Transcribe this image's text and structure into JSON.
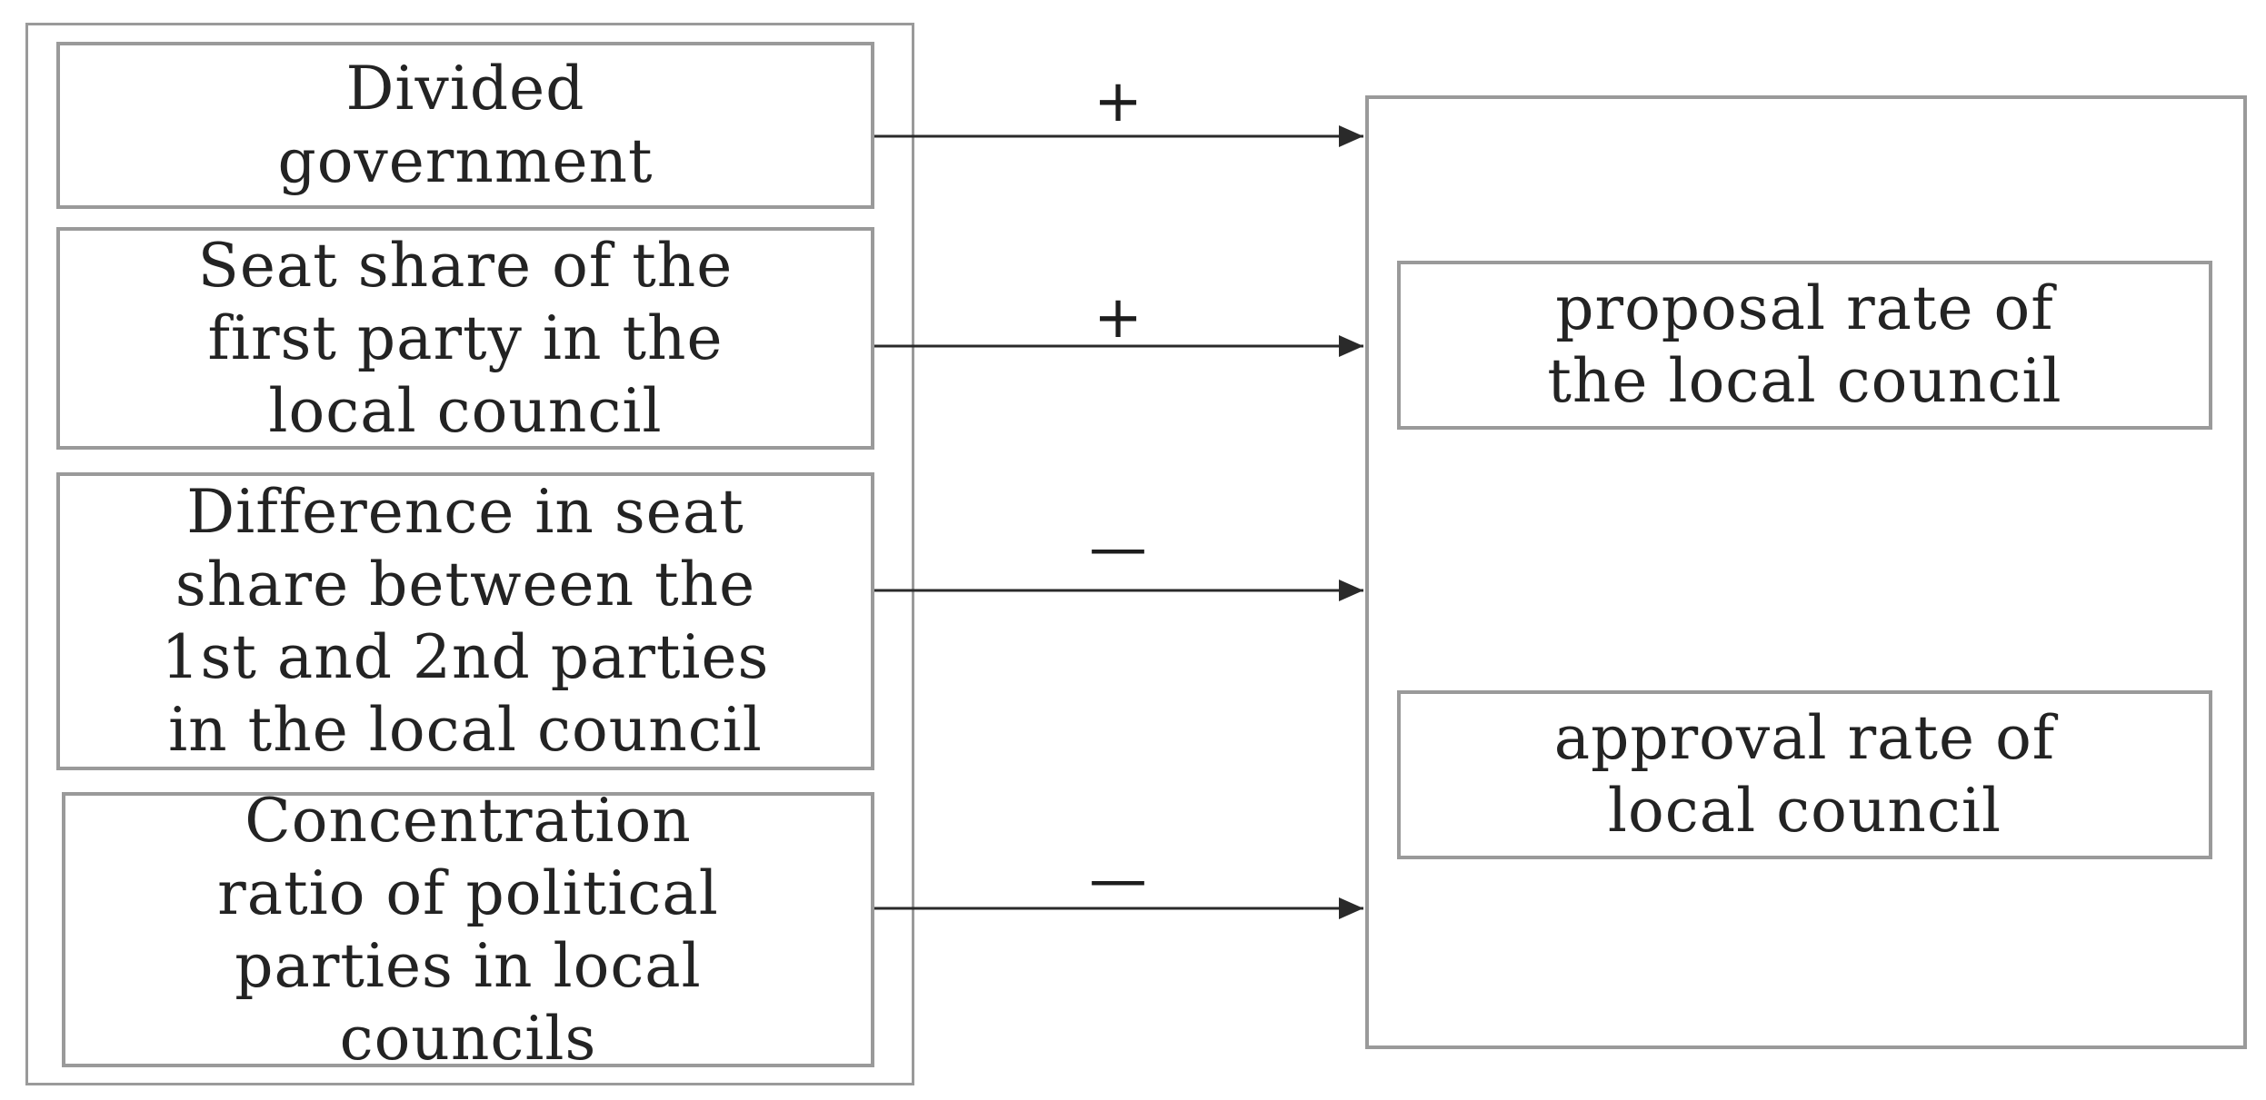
{
  "predictors": [
    {
      "label": "Divided government"
    },
    {
      "label": "Seat share of the first party in the local council"
    },
    {
      "label": "Difference in seat share between the 1st and 2nd parties in the local council"
    },
    {
      "label": "Concentration ratio of political parties in local councils"
    }
  ],
  "predictor_lines": [
    [
      "Divided",
      "government"
    ],
    [
      "Seat share of the",
      "first party in the",
      "local council"
    ],
    [
      "Difference in seat",
      "share between the",
      "1st and 2nd parties",
      "in the local council"
    ],
    [
      "Concentration",
      "ratio of political",
      "parties in local",
      "councils"
    ]
  ],
  "outcomes": [
    {
      "lines": [
        "proposal rate of",
        "the local council"
      ]
    },
    {
      "lines": [
        "approval rate of",
        "local council"
      ]
    }
  ],
  "effects": [
    {
      "from": "Divided government",
      "sign": "+"
    },
    {
      "from": "Seat share of the first party in the local council",
      "sign": "+"
    },
    {
      "from": "Difference in seat share between the 1st and 2nd parties in the local council",
      "sign": "—"
    },
    {
      "from": "Concentration ratio of political parties in local councils",
      "sign": "—"
    }
  ],
  "colors": {
    "border": "#9a9a9a",
    "text": "#232323",
    "arrow": "#2a2a2a",
    "background": "#ffffff"
  }
}
